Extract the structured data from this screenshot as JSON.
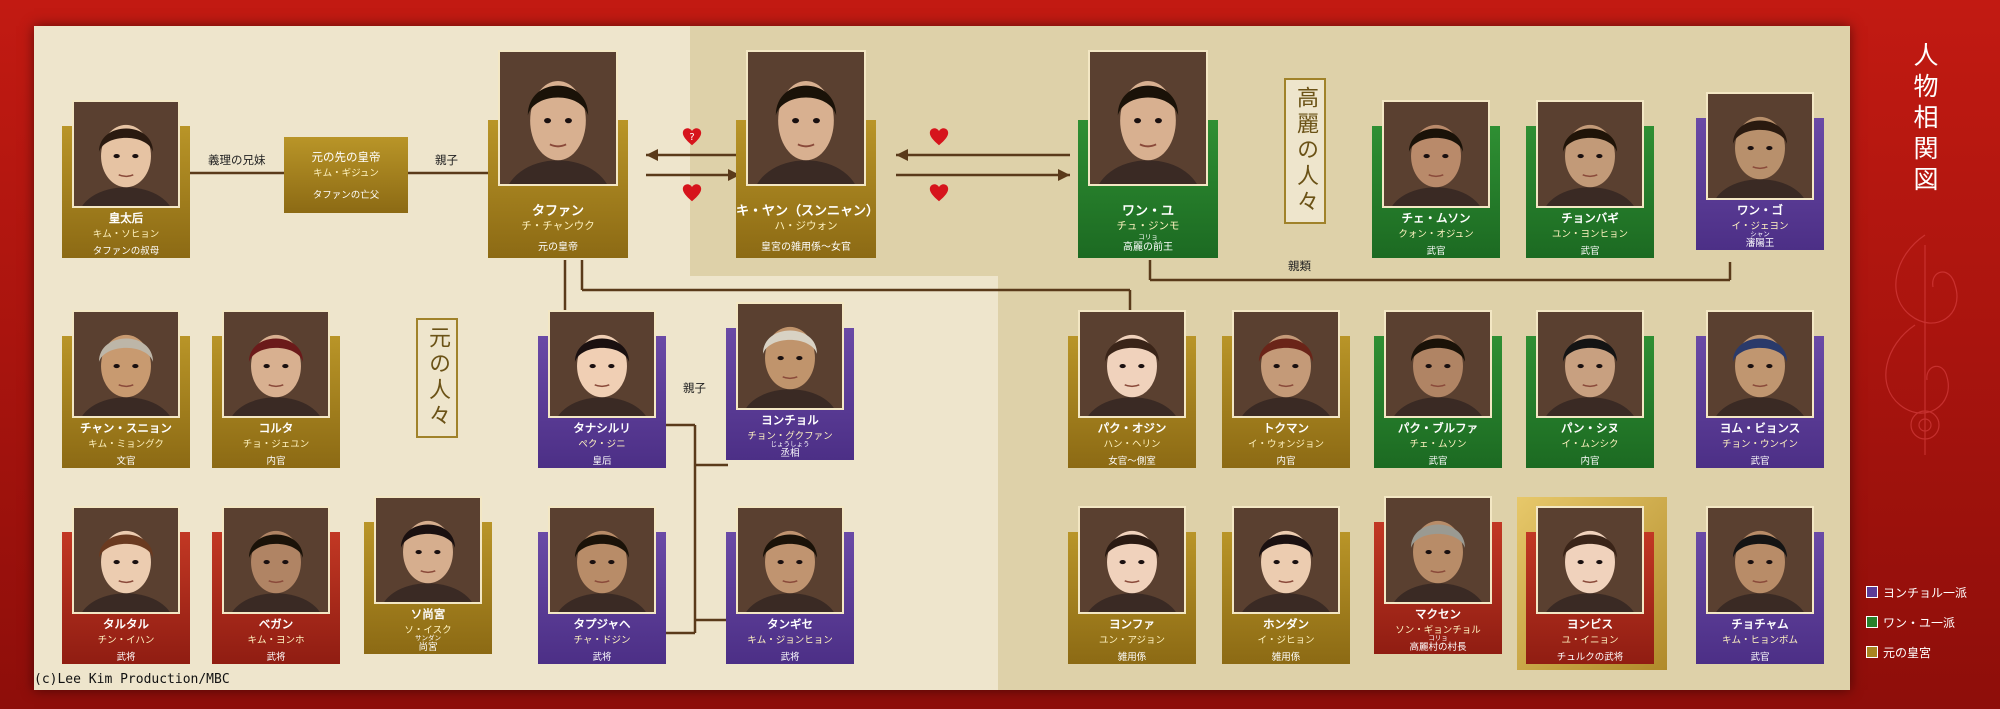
{
  "title": "人物相関図",
  "copyright": "(c)Lee Kim Production/MBC",
  "colors": {
    "gold": "#a88420",
    "purple": "#5b3b97",
    "green": "#27802b",
    "red": "#b02a1a",
    "line": "#5a3a1a",
    "heart": "#d6141c"
  },
  "group_labels": {
    "yuan": "元の人々",
    "goryeo": "高麗の人々"
  },
  "relations": {
    "sister_in_law": "義理の兄妹",
    "parent_child": "親子",
    "parent_child_2": "親子",
    "relatives": "親類",
    "question_mark": "?"
  },
  "previous_emperor": {
    "name": "元の先の皇帝",
    "actor": "キム・ギジュン",
    "role": "タファンの亡父"
  },
  "main": {
    "tahwan": {
      "name": "タファン",
      "actor": "チ・チャンウク",
      "role": "元の皇帝",
      "color": "gold"
    },
    "kiyang": {
      "name": "キ・ヤン（スンニャン）",
      "actor": "ハ・ジウォン",
      "role": "皇宮の雑用係～女官",
      "color": "gold"
    },
    "wangyu": {
      "name": "ワン・ユ",
      "actor": "チュ・ジンモ",
      "role_ruby": "コリョ",
      "role": "高麗の前王",
      "color": "green"
    }
  },
  "cards": [
    {
      "id": "kotaigo",
      "name": "皇太后",
      "actor": "キム・ソヒョン",
      "role": "タファンの叔母",
      "color": "gold",
      "skin": "#e6c3a3",
      "hair": "#2a1a10"
    },
    {
      "id": "choe-muson",
      "name": "チェ・ムソン",
      "actor": "クォン・オジュン",
      "role": "武官",
      "color": "green",
      "skin": "#b98a6a",
      "hair": "#1a1208"
    },
    {
      "id": "chon-bagi",
      "name": "チョンバギ",
      "actor": "ユン・ヨンヒョン",
      "role": "武官",
      "color": "green",
      "skin": "#c29a78",
      "hair": "#201408"
    },
    {
      "id": "wang-go",
      "name": "ワン・ゴ",
      "actor": "イ・ジェヨン",
      "role_ruby": "シャン",
      "role": "瀋陽王",
      "color": "purple",
      "skin": "#b8906c",
      "hair": "#2a1a10"
    },
    {
      "id": "chang-sunyun",
      "name": "チャン・スニョン",
      "actor": "キム・ミョングク",
      "role": "文官",
      "color": "gold",
      "skin": "#c89a70",
      "hair": "#bdb6a8"
    },
    {
      "id": "koruta",
      "name": "コルタ",
      "actor": "チョ・ジェユン",
      "role": "内官",
      "color": "gold",
      "skin": "#d8b090",
      "hair": "#6b1a1a"
    },
    {
      "id": "tanashiri",
      "name": "タナシルリ",
      "actor": "ペク・ジニ",
      "role": "皇后",
      "color": "purple",
      "skin": "#f0cfb4",
      "hair": "#1a1010"
    },
    {
      "id": "yonchol",
      "name": "ヨンチョル",
      "actor": "チョン・グクファン",
      "role_ruby": "じょうしょう",
      "role": "丞相",
      "color": "purple",
      "skin": "#c0946c",
      "hair": "#d8d2c4"
    },
    {
      "id": "paku-ojin",
      "name": "パク・オジン",
      "actor": "ハン・ヘリン",
      "role": "女官～側室",
      "color": "gold",
      "skin": "#f0d2bc",
      "hair": "#3a2418"
    },
    {
      "id": "tokuman",
      "name": "トクマン",
      "actor": "イ・ウォンジョン",
      "role": "内官",
      "color": "gold",
      "skin": "#c49a78",
      "hair": "#6a2418"
    },
    {
      "id": "paku-burufa",
      "name": "パク・ブルファ",
      "actor": "チェ・ムソン",
      "role": "武官",
      "color": "green",
      "skin": "#b08464",
      "hair": "#1a1208"
    },
    {
      "id": "pan-shinsu",
      "name": "パン・シヌ",
      "actor": "イ・ムンシク",
      "role": "内官",
      "color": "green",
      "skin": "#c8a080",
      "hair": "#141414"
    },
    {
      "id": "yomu-byonsu",
      "name": "ヨム・ビョンス",
      "actor": "チョン・ウンイン",
      "role": "武官",
      "color": "purple",
      "skin": "#c09670",
      "hair": "#2a3a6a"
    },
    {
      "id": "tarutaru",
      "name": "タルタル",
      "actor": "チン・イハン",
      "role": "武将",
      "color": "red",
      "skin": "#ecccb0",
      "hair": "#6a3a20"
    },
    {
      "id": "begun",
      "name": "ベガン",
      "actor": "キム・ヨンホ",
      "role": "武将",
      "color": "red",
      "skin": "#b08464",
      "hair": "#1a1208"
    },
    {
      "id": "so-shogu",
      "name": "ソ尚宮",
      "actor": "ソ・イスク",
      "role_ruby": "サンダン",
      "role": "尚宮",
      "color": "gold",
      "skin": "#d6ae8e",
      "hair": "#1a1010"
    },
    {
      "id": "tapujaheru",
      "name": "タプジャヘ",
      "actor": "チャ・ドジン",
      "role": "武将",
      "color": "purple",
      "skin": "#b88c68",
      "hair": "#1a1208"
    },
    {
      "id": "tangise",
      "name": "タンギセ",
      "actor": "キム・ジョンヒョン",
      "role": "武将",
      "color": "purple",
      "skin": "#c09470",
      "hair": "#1a1208"
    },
    {
      "id": "yonfa",
      "name": "ヨンファ",
      "actor": "ユン・アジョン",
      "role": "雑用係",
      "color": "gold",
      "skin": "#f0d2bc",
      "hair": "#2a1a12"
    },
    {
      "id": "hondan",
      "name": "ホンダン",
      "actor": "イ・ジヒョン",
      "role": "雑用係",
      "color": "gold",
      "skin": "#ecccb0",
      "hair": "#1a1010"
    },
    {
      "id": "makusen",
      "name": "マクセン",
      "actor": "ソン・ギョンチョル",
      "role_ruby": "コリョ",
      "role": "高麗村の村長",
      "color": "red",
      "skin": "#b88c68",
      "hair": "#9a9a92"
    },
    {
      "id": "yonbisu",
      "name": "ヨンビス",
      "actor": "ユ・イニョン",
      "role": "チュルクの武将",
      "color": "red",
      "skin": "#f0d2bc",
      "hair": "#3a2418"
    },
    {
      "id": "chochamu",
      "name": "チョチャム",
      "actor": "キム・ヒョンボム",
      "role": "武官",
      "color": "purple",
      "skin": "#b88c68",
      "hair": "#141414"
    }
  ],
  "legend": [
    {
      "label": "ヨンチョル一派",
      "color": "#5b3b97"
    },
    {
      "label": "ワン・ユ一派",
      "color": "#27802b"
    },
    {
      "label": "元の皇宮",
      "color": "#a88420"
    }
  ]
}
